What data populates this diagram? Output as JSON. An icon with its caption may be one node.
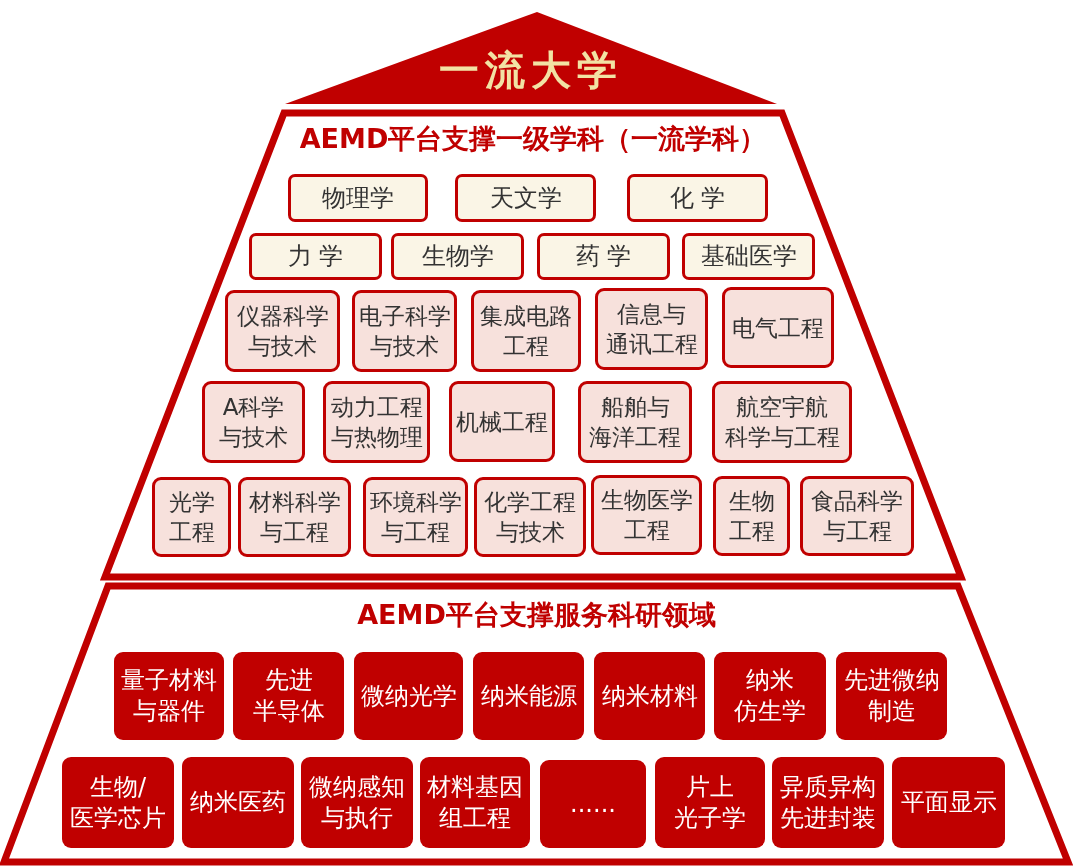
{
  "diagram": {
    "nodes": [
      {
        "text": [
          "一流大学"
        ]
      },
      {
        "text": [
          "AEMD平台支撑一级学科（一流学科）"
        ]
      },
      {
        "text": [
          "物理学"
        ],
        "in": 1
      },
      {
        "text": [
          "天文学"
        ],
        "in": 1
      },
      {
        "text": [
          "化 学"
        ],
        "in": 1
      },
      {
        "text": [
          "力 学"
        ],
        "in": 1
      },
      {
        "text": [
          "生物学"
        ],
        "in": 1
      },
      {
        "text": [
          "药 学"
        ],
        "in": 1
      },
      {
        "text": [
          "基础医学"
        ],
        "in": 1
      },
      {
        "text": [
          "仪器科学与技术"
        ],
        "in": 1
      },
      {
        "text": [
          "电子科学与技术"
        ],
        "in": 1
      },
      {
        "text": [
          "集成电路工程"
        ],
        "in": 1
      },
      {
        "text": [
          "信息与通讯工程"
        ],
        "in": 1
      },
      {
        "text": [
          "电气工程"
        ],
        "in": 1
      },
      {
        "text": [
          "A科学与技术"
        ],
        "in": 1
      },
      {
        "text": [
          "动力工程与热物理"
        ],
        "in": 1
      },
      {
        "text": [
          "机械工程"
        ],
        "in": 1
      },
      {
        "text": [
          "船舶与海洋工程"
        ],
        "in": 1
      },
      {
        "text": [
          "航空宇航科学与工程"
        ],
        "in": 1
      },
      {
        "text": [
          "光学工程"
        ],
        "in": 1
      },
      {
        "text": [
          "材料科学与工程"
        ],
        "in": 1
      },
      {
        "text": [
          "环境科学与工程"
        ],
        "in": 1
      },
      {
        "text": [
          "化学工程与技术"
        ],
        "in": 1
      },
      {
        "text": [
          "生物医学工程"
        ],
        "in": 1
      },
      {
        "text": [
          "生物工程"
        ],
        "in": 1
      },
      {
        "text": [
          "食品科学与工程"
        ],
        "in": 1
      },
      {
        "text": [
          "AEMD平台支撑服务科研领域"
        ]
      },
      {
        "text": [
          "量子材料与器件"
        ],
        "in": 26
      },
      {
        "text": [
          "先进半导体"
        ],
        "in": 26
      },
      {
        "text": [
          "微纳光学"
        ],
        "in": 26
      },
      {
        "text": [
          "纳米能源"
        ],
        "in": 26
      },
      {
        "text": [
          "纳米材料"
        ],
        "in": 26
      },
      {
        "text": [
          "纳米仿生学"
        ],
        "in": 26
      },
      {
        "text": [
          "先进微纳制造"
        ],
        "in": 26
      },
      {
        "text": [
          "生物/医学芯片"
        ],
        "in": 26
      },
      {
        "text": [
          "纳米医药"
        ],
        "in": 26
      },
      {
        "text": [
          "微纳感知与执行"
        ],
        "in": 26
      },
      {
        "text": [
          "材料基因组工程"
        ],
        "in": 26
      },
      {
        "text": [
          "......"
        ],
        "in": 26
      },
      {
        "text": [
          "片上光子学"
        ],
        "in": 26
      },
      {
        "text": [
          "异质异构先进封装"
        ],
        "in": 26
      },
      {
        "text": [
          "平面显示"
        ],
        "in": 26
      }
    ]
  }
}
